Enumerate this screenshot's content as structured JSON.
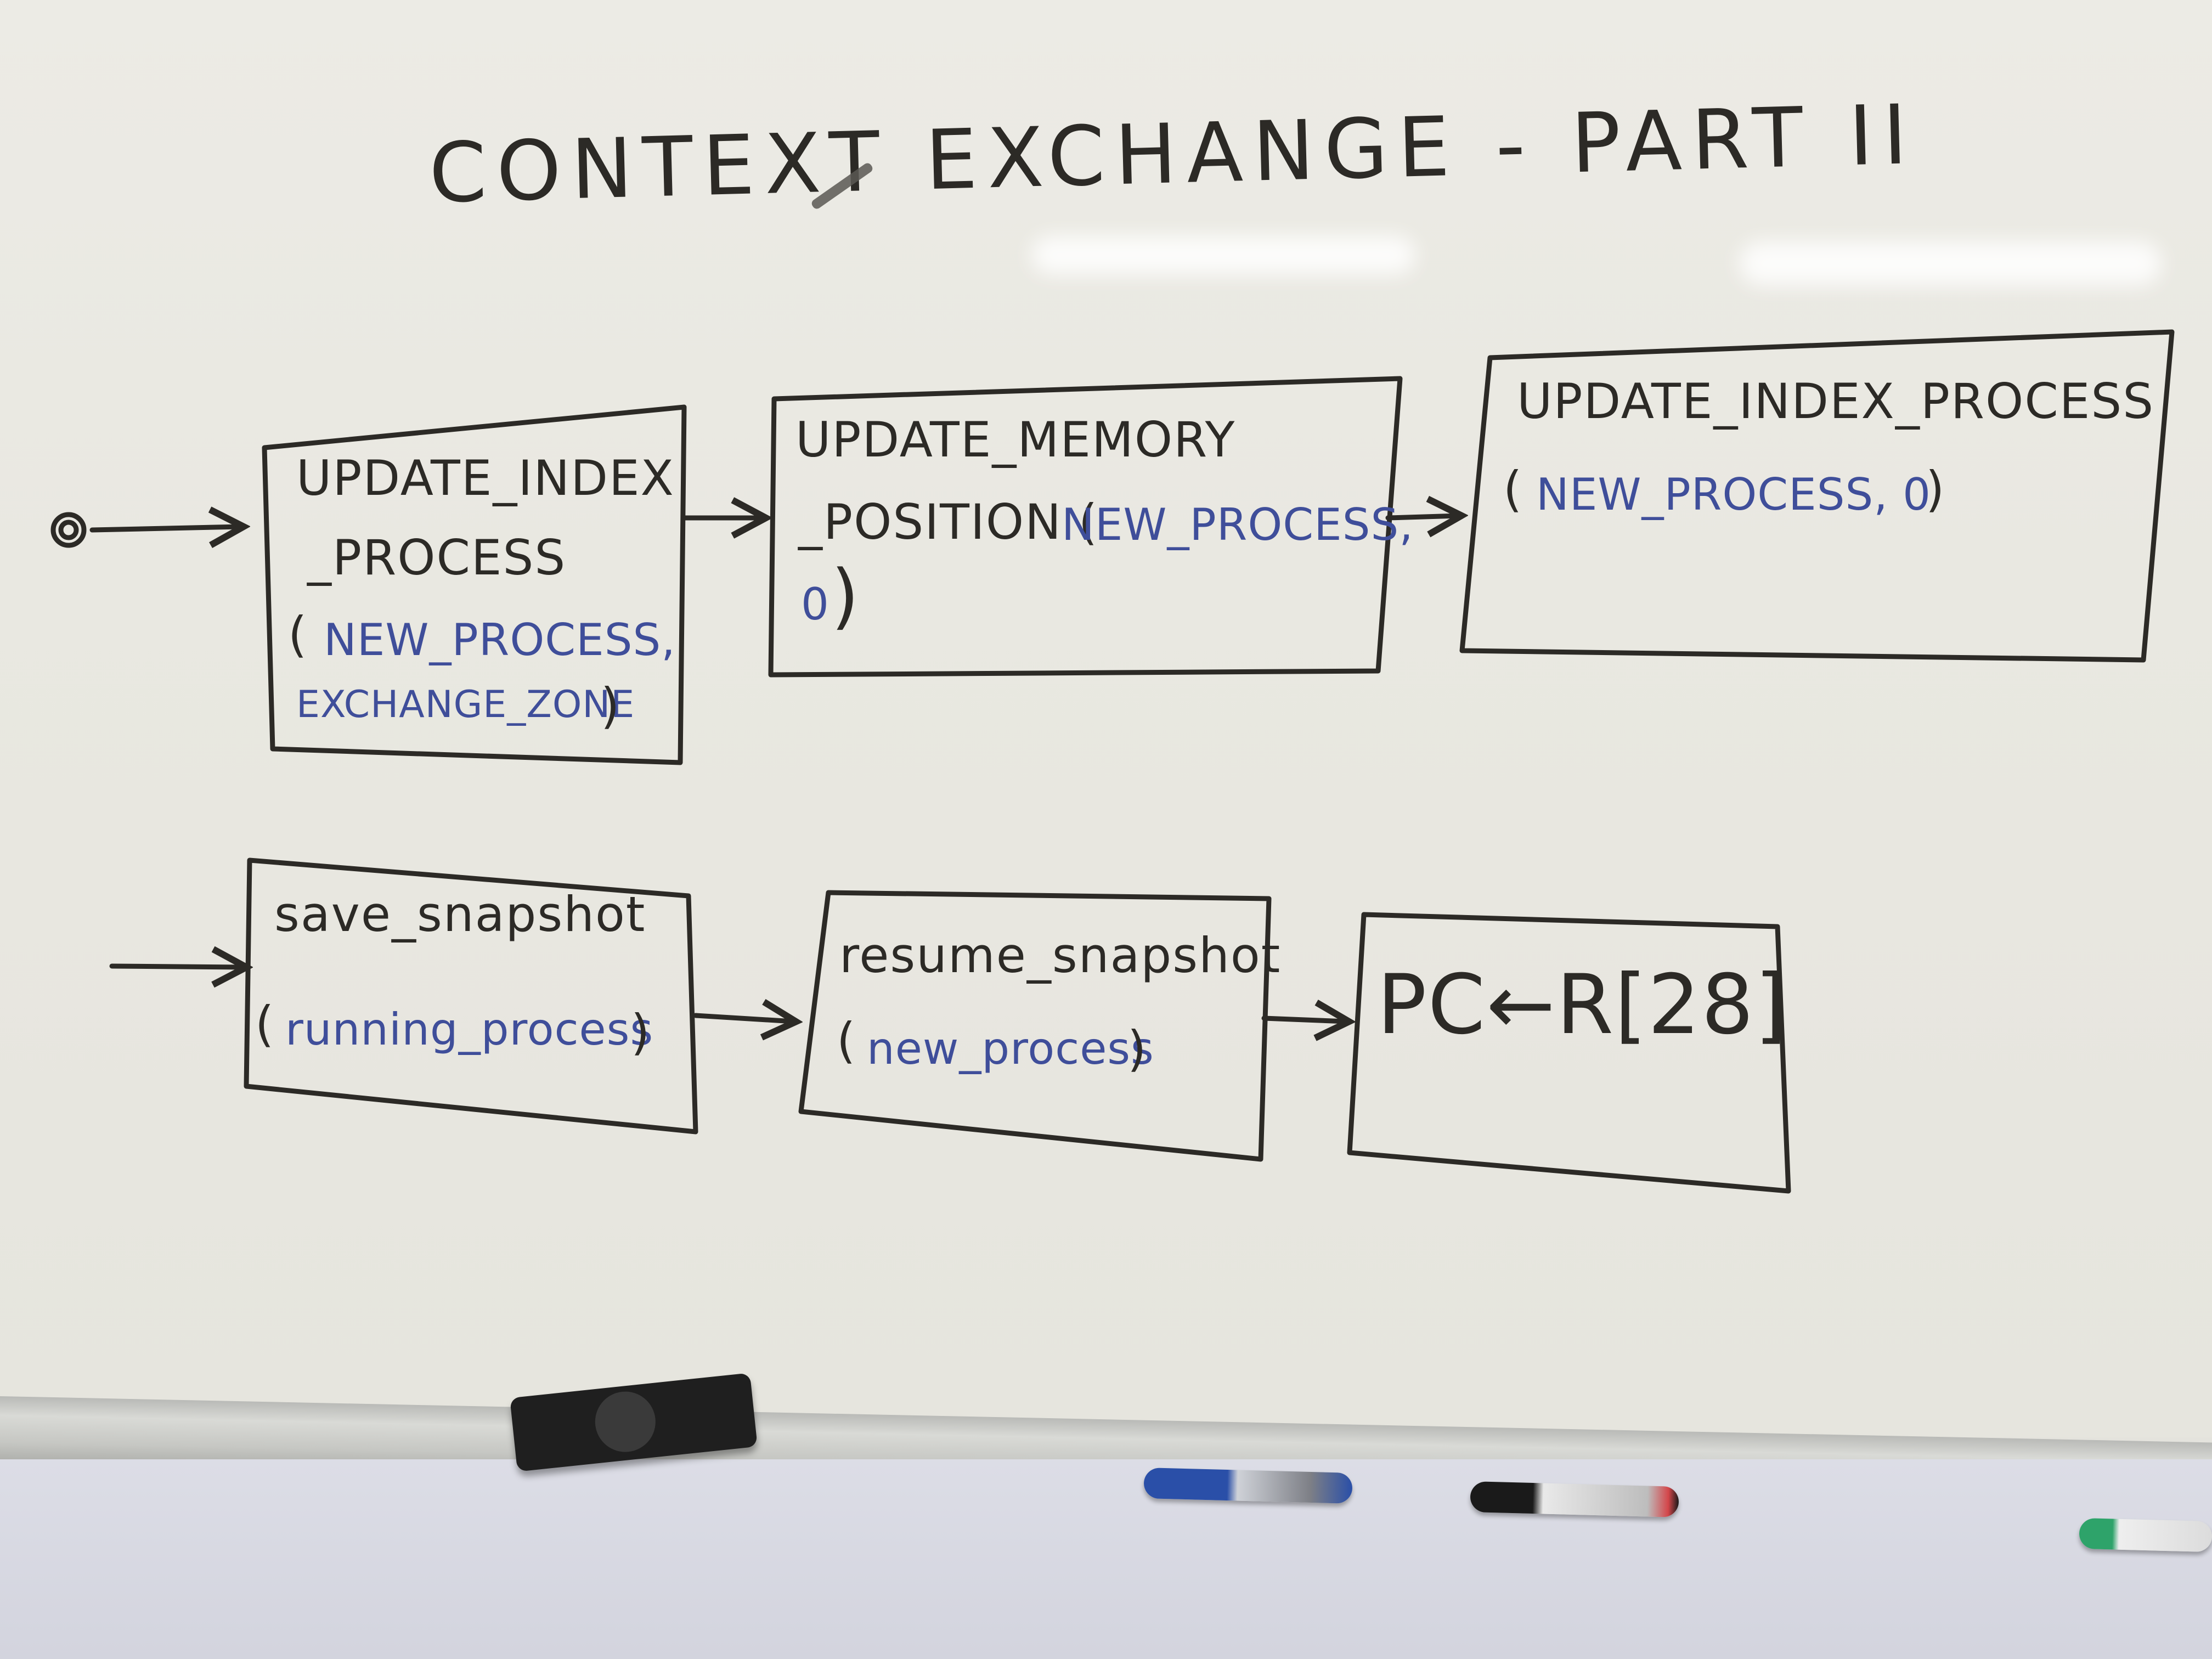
{
  "title": "CONTEXT EXCHANGE - PART II",
  "boxes": {
    "b1": {
      "name": "UPDATE_INDEX",
      "name2": "_PROCESS",
      "open": "(",
      "arg1": "NEW_PROCESS,",
      "arg2": "EXCHANGE_ZONE",
      "close": ")"
    },
    "b2": {
      "name": "UPDATE_MEMORY",
      "name2": "_POSITION (",
      "arg1": "NEW_PROCESS,",
      "arg2": "0",
      "close": ")"
    },
    "b3": {
      "name": "UPDATE_INDEX_PROCESS",
      "open": "(",
      "arg1": "NEW_PROCESS, 0",
      "close": ")"
    },
    "b4": {
      "name": "save_snapshot",
      "open": "(",
      "arg1": "running_process",
      "close": ")"
    },
    "b5": {
      "name": "resume_snapshot",
      "open": "(",
      "arg1": "new_process",
      "close": ")"
    },
    "b6": {
      "name": "PC←R[28]"
    }
  },
  "colors": {
    "board": "#eae9e2",
    "ink_black": "#2c2a26",
    "ink_blue": "#3f4e9a",
    "tray": "#c6c7c3",
    "wall": "#d6d7e0"
  },
  "objects": {
    "eraser": "whiteboard-eraser",
    "markers": [
      "blue-marker",
      "black-marker",
      "green-marker"
    ]
  }
}
